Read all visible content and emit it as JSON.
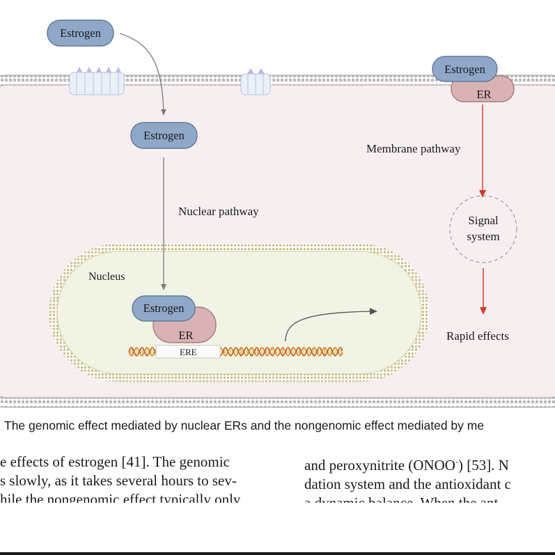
{
  "diagram": {
    "labels": {
      "estrogen_outside": "Estrogen",
      "estrogen_cytoplasm": "Estrogen",
      "estrogen_nucleus": "Estrogen",
      "er_nucleus": "ER",
      "ere": "ERE",
      "estrogen_membrane": "Estrogen",
      "er_membrane": "ER",
      "nuclear_pathway": "Nuclear pathway",
      "membrane_pathway": "Membrane pathway",
      "nucleus": "Nucleus",
      "signal_line1": "Signal",
      "signal_line2": "system",
      "rapid_effects": "Rapid effects"
    },
    "colors": {
      "estrogen_fill": "#8fa8c8",
      "er_fill": "#d9b2b4",
      "cell_fill": "#f7eef0",
      "nucleus_fill": "#f1f4e4",
      "membrane_arrow": "#d0392b",
      "nuclear_arrow": "#7a7a7a"
    }
  },
  "caption": "The genomic effect mediated by nuclear ERs and the nongenomic effect mediated by me",
  "body_text": {
    "left_lines": [
      "e effects of estrogen [41]. The genomic",
      "s slowly, as it takes several hours to sev-",
      "hile the nongenomic effect typically only"
    ],
    "right_line1_text": "and peroxynitrite (ONOO",
    "right_line1_sup": "-",
    "right_line1_end": ") [53]. N",
    "right_lines": [
      "dation system and the antioxidant c",
      "a dynamic balance. When the ant"
    ]
  }
}
